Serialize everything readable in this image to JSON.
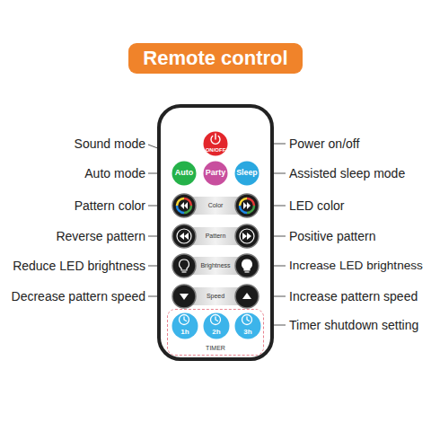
{
  "diagram": {
    "title": "Remote control",
    "nodes": [
      {
        "text": [
          "ON/OFF"
        ]
      },
      {
        "text": [
          "Auto"
        ]
      },
      {
        "text": [
          "Party"
        ]
      },
      {
        "text": [
          "Sleep"
        ]
      },
      {
        "text": [
          "Color"
        ]
      },
      {
        "text": [
          "Pattern"
        ]
      },
      {
        "text": [
          "Brightness"
        ]
      },
      {
        "text": [
          "Speed"
        ]
      },
      {
        "text": [
          "TIMER"
        ]
      },
      {
        "text": [
          "1h"
        ],
        "in": 8
      },
      {
        "text": [
          "2h"
        ],
        "in": 8
      },
      {
        "text": [
          "3h"
        ],
        "in": 8
      }
    ],
    "labels": [
      "Sound mode",
      "Power on/off",
      "Auto mode",
      "Assisted sleep mode",
      "Pattern color",
      "LED color",
      "Reverse pattern",
      "Positive pattern",
      "Reduce LED brightness",
      "Increase LED brightness",
      "Decrease pattern speed",
      "Increase pattern speed",
      "Timer shutdown setting"
    ]
  }
}
